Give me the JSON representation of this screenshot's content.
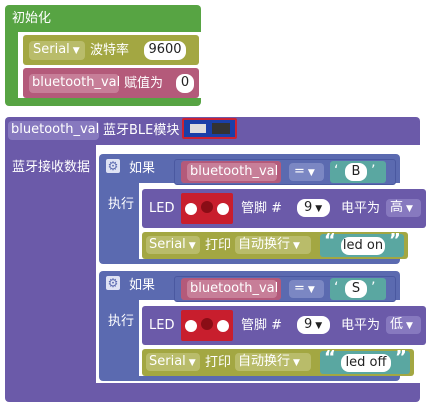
{
  "setup": {
    "title": "初始化",
    "serial_select": "Serial",
    "baud_label": "波特率",
    "baud_value": "9600",
    "var_name": "bluetooth_val",
    "assign_label": "赋值为",
    "assign_value": "0"
  },
  "ble": {
    "var_name": "bluetooth_val",
    "module_label": "蓝牙BLE模块",
    "receive_label": "蓝牙接收数据"
  },
  "if_blocks": [
    {
      "if_label": "如果",
      "var_name": "bluetooth_val",
      "operator": "=",
      "compare_value": "B",
      "do_label": "执行",
      "led_label": "LED",
      "pin_label": "管脚 #",
      "pin_value": "9",
      "level_label": "电平为",
      "level_value": "高",
      "serial_select": "Serial",
      "print_label": "打印",
      "newline_select": "自动换行",
      "print_text": "led on"
    },
    {
      "if_label": "如果",
      "var_name": "bluetooth_val",
      "operator": "=",
      "compare_value": "S",
      "do_label": "执行",
      "led_label": "LED",
      "pin_label": "管脚 #",
      "pin_value": "9",
      "level_label": "电平为",
      "level_value": "低",
      "serial_select": "Serial",
      "print_label": "打印",
      "newline_select": "自动换行",
      "print_text": "led off"
    }
  ],
  "colors": {
    "setup": "#57a443",
    "serial": "#a3a742",
    "variable": "#b45a7a",
    "ble": "#6b5aa9",
    "logic": "#5b6ab0",
    "text": "#5aa7a1",
    "led_sensor": "#c81e2d"
  },
  "icons": {
    "gear": "gear-icon",
    "dropdown": "chevron-down-icon",
    "ble_module": "ble-module-icon",
    "led_module": "led-module-icon"
  }
}
